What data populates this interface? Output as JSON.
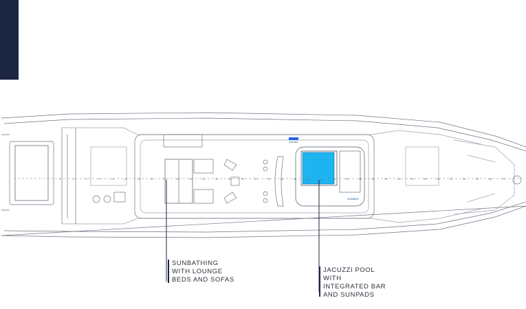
{
  "brand": {
    "accent_color": "#1c2541",
    "pool_color": "#1eb4f0"
  },
  "plan": {
    "frame_numbers": [
      "2",
      "4",
      "6",
      "8",
      "10",
      "12",
      "14",
      "16",
      "18",
      "20",
      "22",
      "24",
      "26",
      "28",
      "30",
      "32",
      "34",
      "36",
      "38",
      "40",
      "42",
      "44",
      "46",
      "48",
      "50",
      "52",
      "54",
      "56",
      "58",
      "60",
      "62",
      "64",
      "66",
      "68",
      "70"
    ],
    "sunbed_label": "SUNBED",
    "small_label": "SHOWER"
  },
  "callouts": {
    "sunbathing": [
      "SUNBATHING",
      "WITH LOUNGE",
      "BEDS AND SOFAS"
    ],
    "jacuzzi": [
      "JACUZZI POOL",
      "WITH",
      "INTEGRATED BAR",
      "AND SUNPADS"
    ]
  }
}
